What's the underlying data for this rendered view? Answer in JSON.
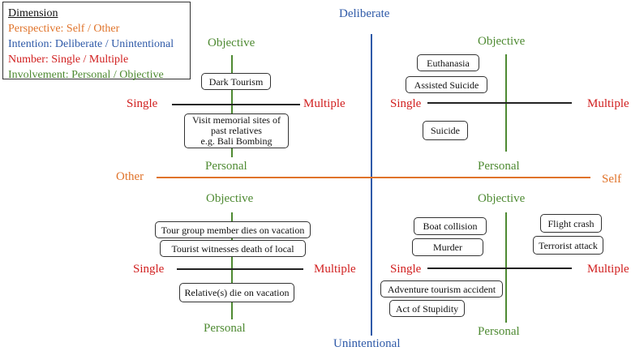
{
  "colors": {
    "perspective": "#e0732a",
    "intention": "#2f5aa8",
    "number": "#d11f1f",
    "involvement": "#4e8a32",
    "divider": "#222222"
  },
  "legend": {
    "title": "Dimension",
    "perspective": "Perspective: Self  / Other",
    "intention": "Intention: Deliberate / Unintentional",
    "number": "Number: Single / Multiple",
    "involvement": "Involvement: Personal / Objective"
  },
  "axes": {
    "deliberate": "Deliberate",
    "unintentional": "Unintentional",
    "other": "Other",
    "self": "Self"
  },
  "quadrants": {
    "top_left": {
      "objective": "Objective",
      "personal": "Personal",
      "single": "Single",
      "multiple": "Multiple",
      "items": [
        "Dark Tourism"
      ],
      "memorial": [
        "Visit memorial sites of",
        "past relatives",
        "e.g. Bali Bombing"
      ]
    },
    "top_right": {
      "objective": "Objective",
      "personal": "Personal",
      "single": "Single",
      "multiple": "Multiple",
      "items": [
        "Euthanasia",
        "Assisted Suicide",
        "Suicide"
      ]
    },
    "bottom_left": {
      "objective": "Objective",
      "personal": "Personal",
      "single": "Single",
      "multiple": "Multiple",
      "items": [
        "Tour group member dies on vacation",
        "Tourist witnesses death of local",
        "Relative(s) die on vacation"
      ]
    },
    "bottom_right": {
      "objective": "Objective",
      "personal": "Personal",
      "single": "Single",
      "multiple": "Multiple",
      "items": [
        "Boat collision",
        "Murder",
        "Flight crash",
        "Terrorist attack",
        "Adventure tourism accident",
        "Act of Stupidity"
      ]
    }
  }
}
